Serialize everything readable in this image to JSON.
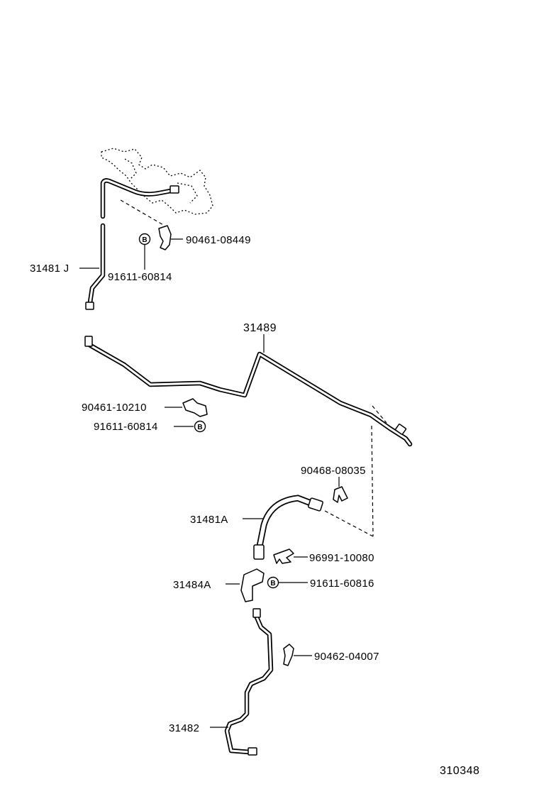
{
  "diagram_id": "310348",
  "bolt_marker_letter": "B",
  "labels": {
    "l_31481J": "31481 J",
    "l_90461_08449": "90461-08449",
    "l_91611_60814_top": "91611-60814",
    "l_31489": "31489",
    "l_90461_10210": "90461-10210",
    "l_91611_60814_mid": "91611-60814",
    "l_90468_08035": "90468-08035",
    "l_31481A": "31481A",
    "l_96991_10080": "96991-10080",
    "l_31484A": "31484A",
    "l_91611_60816": "91611-60816",
    "l_90462_04007": "90462-04007",
    "l_31482": "31482"
  }
}
